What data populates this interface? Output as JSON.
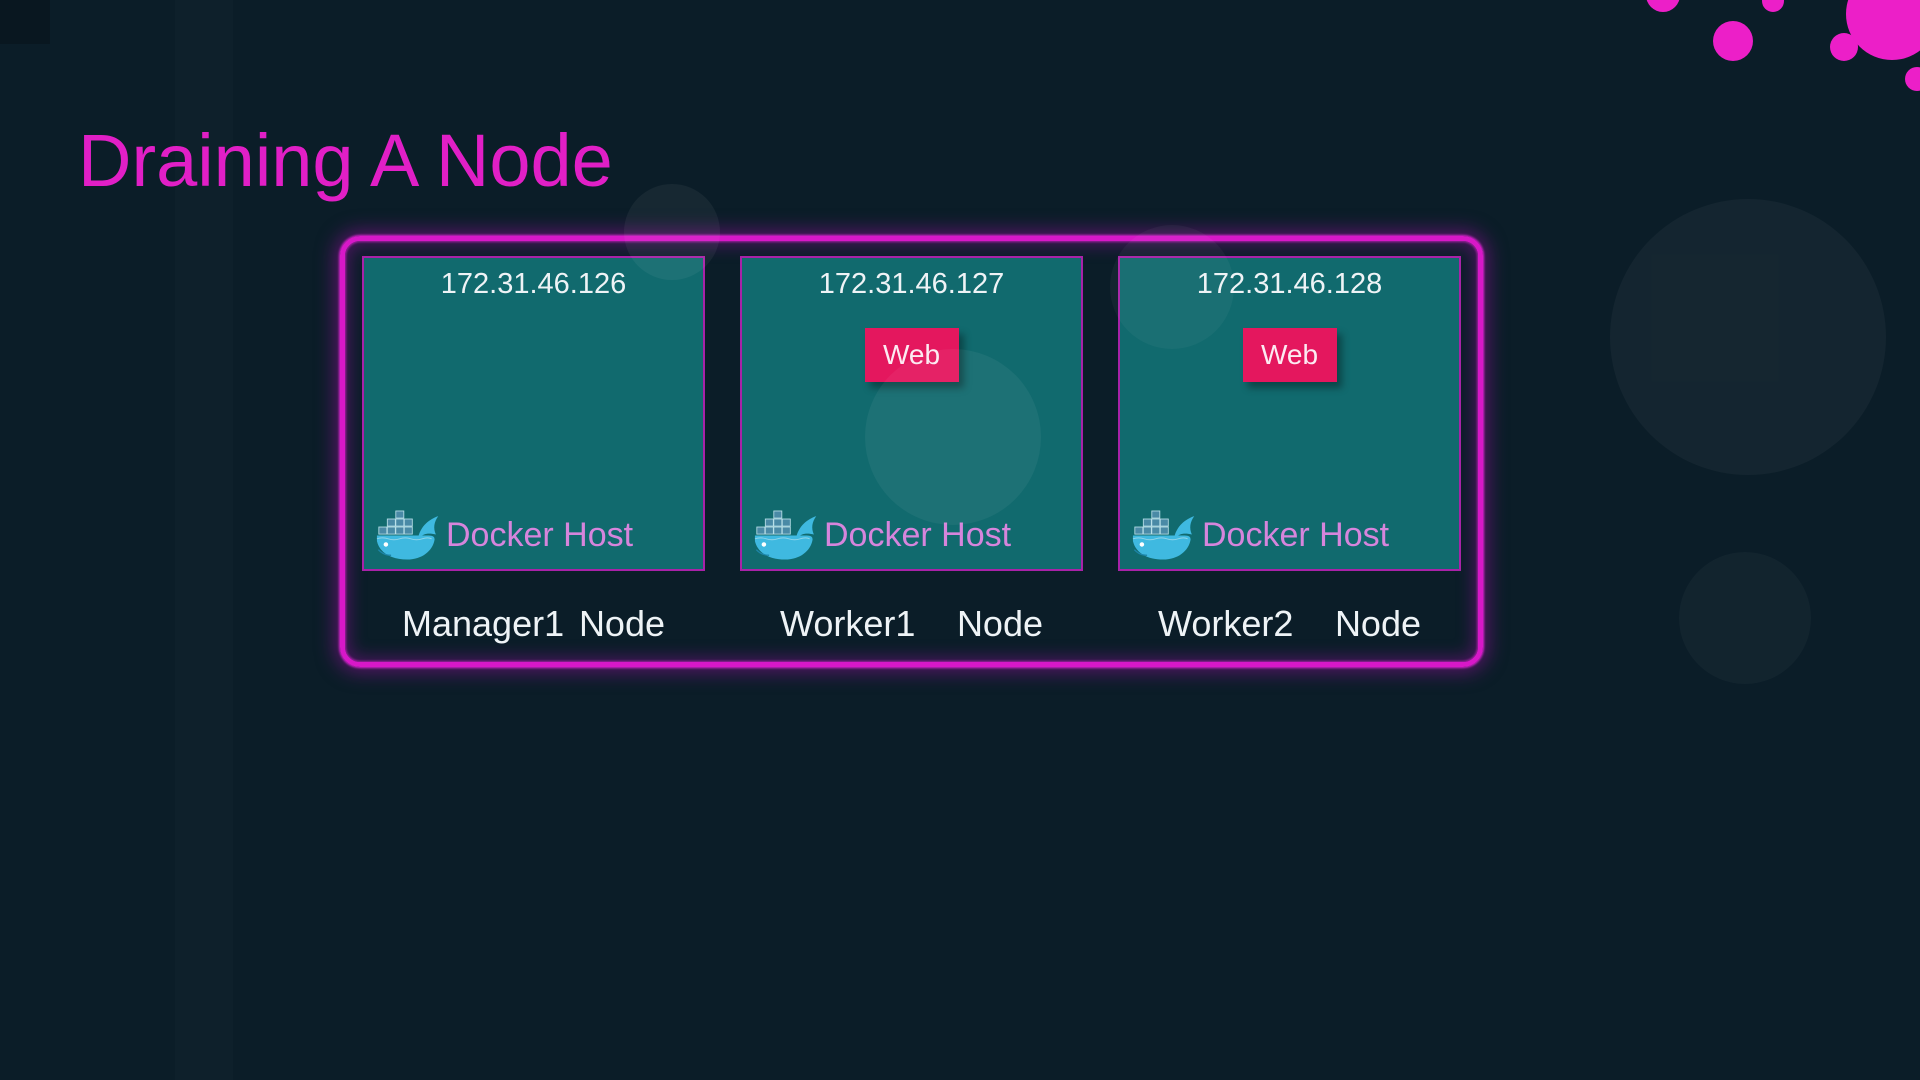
{
  "slide": {
    "title": "Draining A Node"
  },
  "labels": {
    "docker_host": "Docker Host",
    "node": "Node"
  },
  "hosts": [
    {
      "ip": "172.31.46.126",
      "name": "Manager1",
      "service": ""
    },
    {
      "ip": "172.31.46.127",
      "name": "Worker1",
      "service": "Web"
    },
    {
      "ip": "172.31.46.128",
      "name": "Worker2",
      "service": "Web"
    }
  ],
  "icons": {
    "docker_whale": "🐳"
  },
  "colors": {
    "bg": "#0b1d28",
    "accent-magenta": "#e11fc6",
    "dot-pink": "#ec1fc8",
    "neon-border": "#d718c8",
    "host-teal": "#116a6e",
    "host-border": "#a822a8",
    "badge-pink": "#e4175e",
    "docker-text": "#d685dc",
    "text-light": "#eef3f6"
  }
}
